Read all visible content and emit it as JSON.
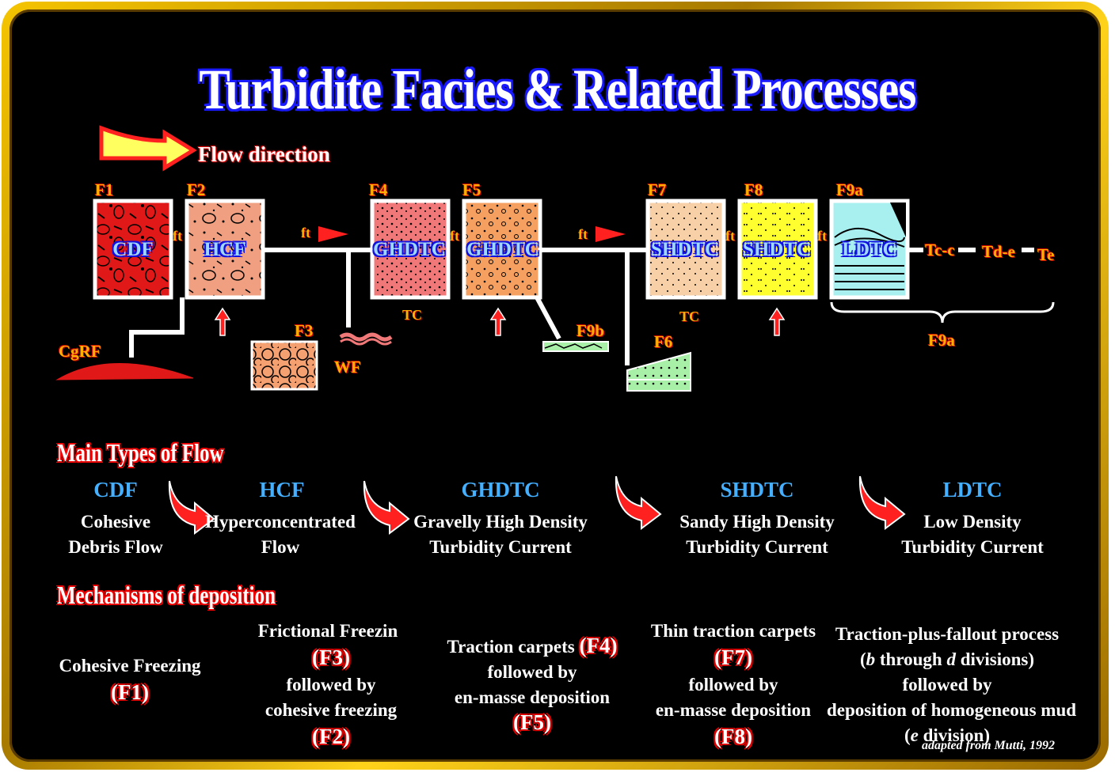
{
  "title": "Turbidite Facies & Related Processes",
  "legend": {
    "flow_direction": "Flow direction"
  },
  "facies_boxes": [
    {
      "code": "F1",
      "label": "CDF"
    },
    {
      "code": "F2",
      "label": "HCF"
    },
    {
      "code": "F4",
      "label": "GHDTC"
    },
    {
      "code": "F5",
      "label": "GHDTC"
    },
    {
      "code": "F7",
      "label": "SHDTC"
    },
    {
      "code": "F8",
      "label": "SHDTC"
    },
    {
      "code": "F9a",
      "label": "LDTC"
    }
  ],
  "side_facies": {
    "f3": "F3",
    "f6": "F6",
    "f9b": "F9b",
    "f9a_bracket": "F9a"
  },
  "labels": {
    "ft": "ft",
    "tc": "TC",
    "cgrf": "CgRF",
    "wf": "WF",
    "tcc": "Tc-c",
    "tde": "Td-e",
    "te": "Te"
  },
  "section_flow": "Main Types of Flow",
  "flow_types": [
    {
      "abbr": "CDF",
      "line1": "Cohesive",
      "line2": "Debris Flow"
    },
    {
      "abbr": "HCF",
      "line1": "Hyperconcentrated",
      "line2": "Flow"
    },
    {
      "abbr": "GHDTC",
      "line1": "Gravelly High Density",
      "line2": "Turbidity Current"
    },
    {
      "abbr": "SHDTC",
      "line1": "Sandy High Density",
      "line2": "Turbidity Current"
    },
    {
      "abbr": "LDTC",
      "line1": "Low Density",
      "line2": "Turbidity Current"
    }
  ],
  "section_mech": "Mechanisms of deposition",
  "mechanisms": {
    "m1": {
      "l1": "Cohesive Freezing",
      "r1": "(F1)"
    },
    "m2": {
      "l1": "Frictional  Freezin",
      "r1": "(F3)",
      "l2": "followed by",
      "l3": "cohesive freezing",
      "r2": "(F2)"
    },
    "m3": {
      "l1": "Traction carpets",
      "r1": "(F4)",
      "l2": "followed by",
      "l3": "en-masse deposition",
      "r2": "(F5)"
    },
    "m4": {
      "l1": "Thin traction carpets",
      "r1": "(F7)",
      "l2": "followed by",
      "l3": "en-masse deposition",
      "r2": "(F8)"
    },
    "m5": {
      "l1": "Traction-plus-fallout  process",
      "l2a": "(",
      "l2b": "b",
      "l2c": " through ",
      "l2d": "d",
      "l2e": " divisions)",
      "l3": "followed by",
      "l4": "deposition of homogeneous mud",
      "l5a": "(",
      "l5b": "e",
      "l5c": " division)"
    }
  },
  "credit": "adapted from Mutti, 1992",
  "colors": {
    "frame": "#f5c400",
    "panel": "#000000",
    "connector": "#ffffff",
    "arrow": "#ff2020",
    "box_f1": "#e01818",
    "box_f2": "#f0a080",
    "box_f4": "#f07878",
    "box_f5": "#f5a060",
    "box_f7": "#f8d0a8",
    "box_f8": "#ffff30",
    "box_f9a": "#a8f0f0"
  }
}
